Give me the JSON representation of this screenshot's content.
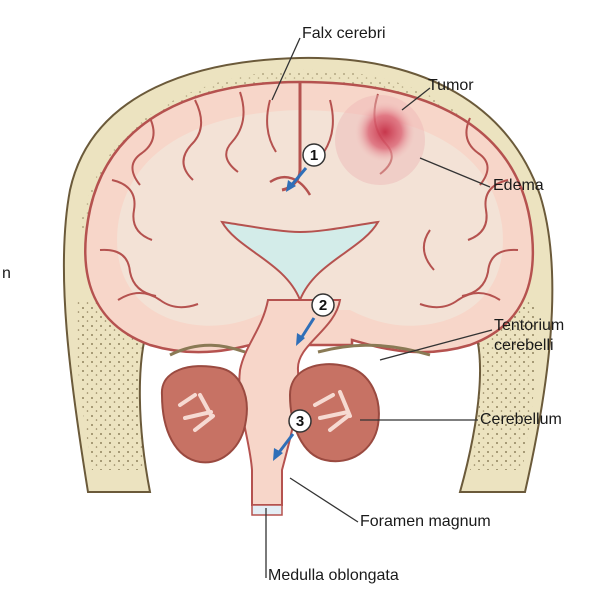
{
  "labels": {
    "falx_cerebri": "Falx cerebri",
    "tumor": "Tumor",
    "edema": "Edema",
    "tentorium_line1": "Tentorium",
    "tentorium_line2": "cerebelli",
    "cerebellum": "Cerebellum",
    "foramen_magnum": "Foramen magnum",
    "medulla_oblongata": "Medulla oblongata",
    "left_edge_fragment": "n"
  },
  "markers": [
    {
      "number": "1"
    },
    {
      "number": "2"
    },
    {
      "number": "3"
    }
  ],
  "colors": {
    "skull_fill": "#ece3c0",
    "skull_dots": "#7a6a45",
    "brain_fill": "#f7d6c9",
    "brain_inner": "#f3e2d6",
    "gyri_stroke": "#b5524f",
    "ventricle": "#d3ece9",
    "cerebellum_fill": "#c77264",
    "cerebellum_white": "#f6dad2",
    "tumor": "#c52e45",
    "arrow": "#2f6fb8",
    "line": "#333333"
  }
}
